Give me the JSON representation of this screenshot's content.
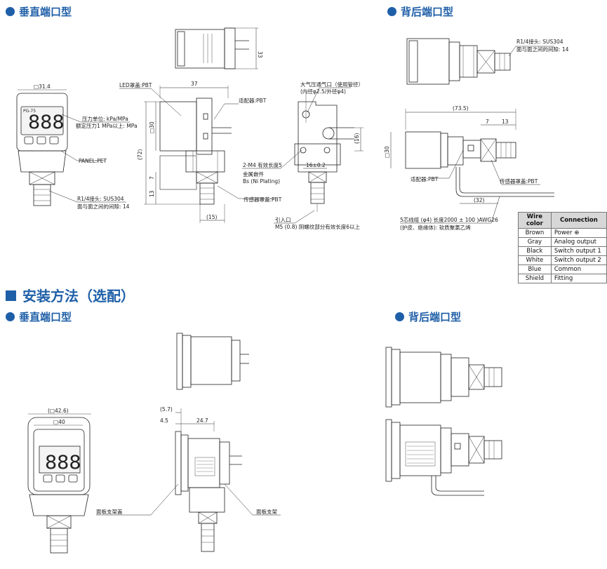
{
  "headings": {
    "vertical_top": "垂直端口型",
    "back_top": "背后端口型",
    "install": "安装方法（选配）",
    "vertical_bottom": "垂直端口型",
    "back_bottom": "背后端口型"
  },
  "labels": {
    "led_cover": "LED罩盖:PBT",
    "adapter": "适配器:PBT",
    "air_port": "大气压通气口（使用管径）",
    "air_port_dia": "(内径φ2.5/外径φ4)",
    "pressure_unit": "压力单位: kPa/MPa",
    "rated_pressure": "额定压力1 MPa以上: MPa",
    "panel": "PANEL:PET",
    "fitting": "R1/4接头: SUS304",
    "hex_width": "面与面之间的间隙: 14",
    "screw_m4": "2-M4 有效长度5",
    "metal_insert": "金属嵌件",
    "ni_plating": "Bs (Ni Plating)",
    "sensor_cover": "传感器罩盖:PBT",
    "lead_in": "引入口",
    "m5_thread": "M5 (0.8) 阴螺纹部分有效长度6以上",
    "back_fitting": "R1/4接头: SUS304",
    "back_hex": "面与面之间的间隙: 14",
    "back_adapter": "适配器:PBT",
    "back_sensor_cover": "传感器罩盖:PBT",
    "cable": "5芯线缆 (φ4) 长度2000 ± 100 )AWG26",
    "cable_sheath": "(护皮、绝缘体): 软质聚氯乙烯",
    "panel_bracket_cover": "面板支架盖",
    "panel_bracket": "面板支架",
    "display_digits": "888",
    "display_unit": "PG-75"
  },
  "dimensions": {
    "d_33": "33",
    "d_sq314": "□31.4",
    "d_37": "37",
    "d_30": "□30",
    "d_72": "(72)",
    "d_7": "7",
    "d_13": "13",
    "d_15": "(15)",
    "d_16": "(16)",
    "d_16_02": "16±0.2",
    "d_735": "(73.5)",
    "d_b7": "7",
    "d_b13": "13",
    "d_b30": "□30",
    "d_32": "(32)",
    "d_426": "(□42.6)",
    "d_40": "□40",
    "d_57": "(5.7)",
    "d_45": "4.5",
    "d_247": "24.7"
  },
  "wire_table": {
    "headers": [
      "Wire color",
      "Connection"
    ],
    "rows": [
      {
        "color": "Brown",
        "connection": "Power ⊕"
      },
      {
        "color": "Gray",
        "connection": "Analog output"
      },
      {
        "color": "Black",
        "connection": "Switch output 1"
      },
      {
        "color": "White",
        "connection": "Switch output 2"
      },
      {
        "color": "Blue",
        "connection": "Common"
      },
      {
        "color": "Shield",
        "connection": "Fitting"
      }
    ]
  },
  "colors": {
    "heading": "#1f5fa8",
    "line": "#222222",
    "header_bg": "#d7d7d7"
  }
}
